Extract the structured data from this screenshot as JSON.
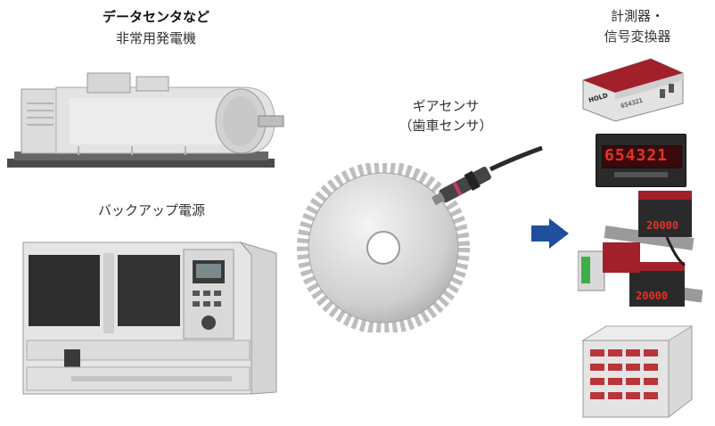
{
  "labels": {
    "datacenter": "データセンタなど",
    "generator": "非常用発電機",
    "backup_power": "バックアップ電源",
    "gear_sensor": "ギアセンサ",
    "gear_sensor_alt": "（歯車センサ）",
    "instruments_line1": "計測器・",
    "instruments_line2": "信号変換器"
  },
  "devices": {
    "handheld_display": "654321",
    "handheld_tag": "HOLD",
    "panel_meter_display": "654321",
    "din_meter_a": "20000",
    "din_meter_b": "20000"
  },
  "colors": {
    "arrow": "#1f4e9c",
    "device_red": "#a1202a",
    "display_red": "#e53228"
  }
}
